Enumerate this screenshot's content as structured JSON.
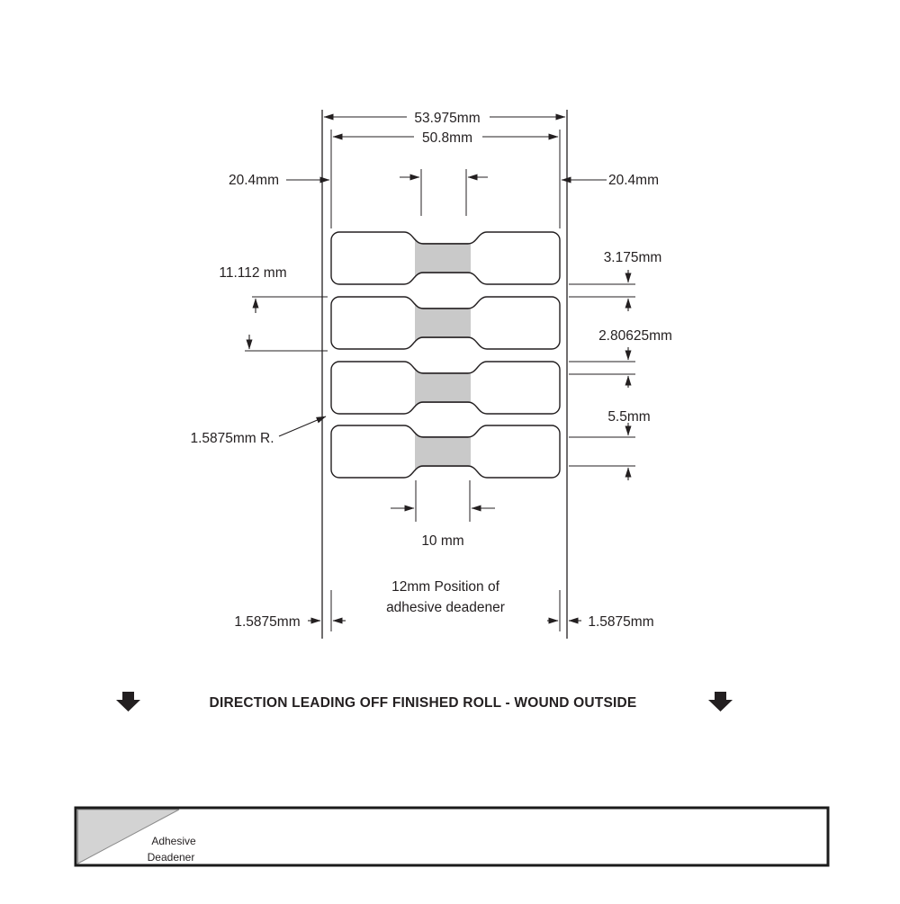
{
  "drawing": {
    "dimensions": {
      "liner_width": "53.975mm",
      "label_width": "50.8mm",
      "deadener_offset_left": "20.4mm",
      "deadener_offset_right": "20.4mm",
      "label_height": "11.112 mm",
      "label_gap": "3.175mm",
      "neck_inset": "2.80625mm",
      "neck_height": "5.5mm",
      "corner_radius": "1.5875mm R.",
      "deadener_width": "10 mm",
      "liner_margin_left": "1.5875mm",
      "liner_margin_right": "1.5875mm"
    },
    "notes": {
      "deadener_position_line1": "12mm Position of",
      "deadener_position_line2": "adhesive deadener"
    },
    "direction_label": "DIRECTION LEADING OFF FINISHED ROLL - WOUND OUTSIDE",
    "legend": {
      "line1": "Adhesive",
      "line2": "Deadener"
    },
    "colors": {
      "line": "#231f20",
      "deadener_fill": "#c9c9c9",
      "legend_fill": "#d3d3d3"
    }
  }
}
